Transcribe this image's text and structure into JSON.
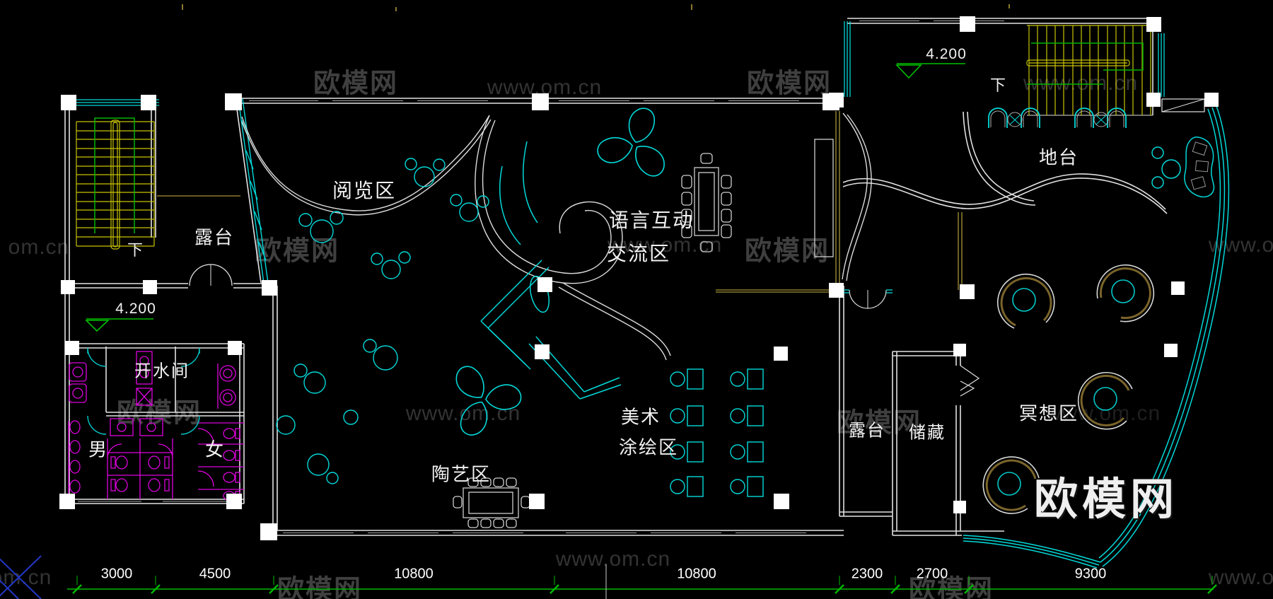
{
  "rooms": {
    "reading": "阅览区",
    "terrace_left": "露台",
    "language_line1": "语言互动",
    "language_line2": "交流区",
    "platform": "地台",
    "boiler_room": "开水间",
    "male": "男",
    "female": "女",
    "pottery": "陶艺区",
    "art_line1": "美术",
    "art_line2": "涂绘区",
    "terrace_right": "露台",
    "storage": "储藏",
    "meditation": "冥想区"
  },
  "annotations": {
    "down_left": "下",
    "down_right": "下",
    "elevation_left": "4.200",
    "elevation_right": "4.200"
  },
  "dimensions": {
    "values": [
      "3000",
      "4500",
      "10800",
      "10800",
      "2300",
      "2700",
      "9300"
    ]
  },
  "watermarks": {
    "brand": "欧模网",
    "site": "www.om.cn",
    "site_short": "om.cn",
    "site_partial": "www.om",
    "brand_large": "欧模网"
  },
  "colors": {
    "background": "#000000",
    "wall": "#e8e8e8",
    "glass_cyan": "#00d9d9",
    "stair_yellow": "#c9c400",
    "dimension_green": "#00bb00",
    "sanitary_magenta": "#dd00dd",
    "timber_olive": "#8a7a2e",
    "watermark_gray": "#9a9a9a",
    "brand_white": "#efefef",
    "corner_blue": "#2238c8"
  }
}
